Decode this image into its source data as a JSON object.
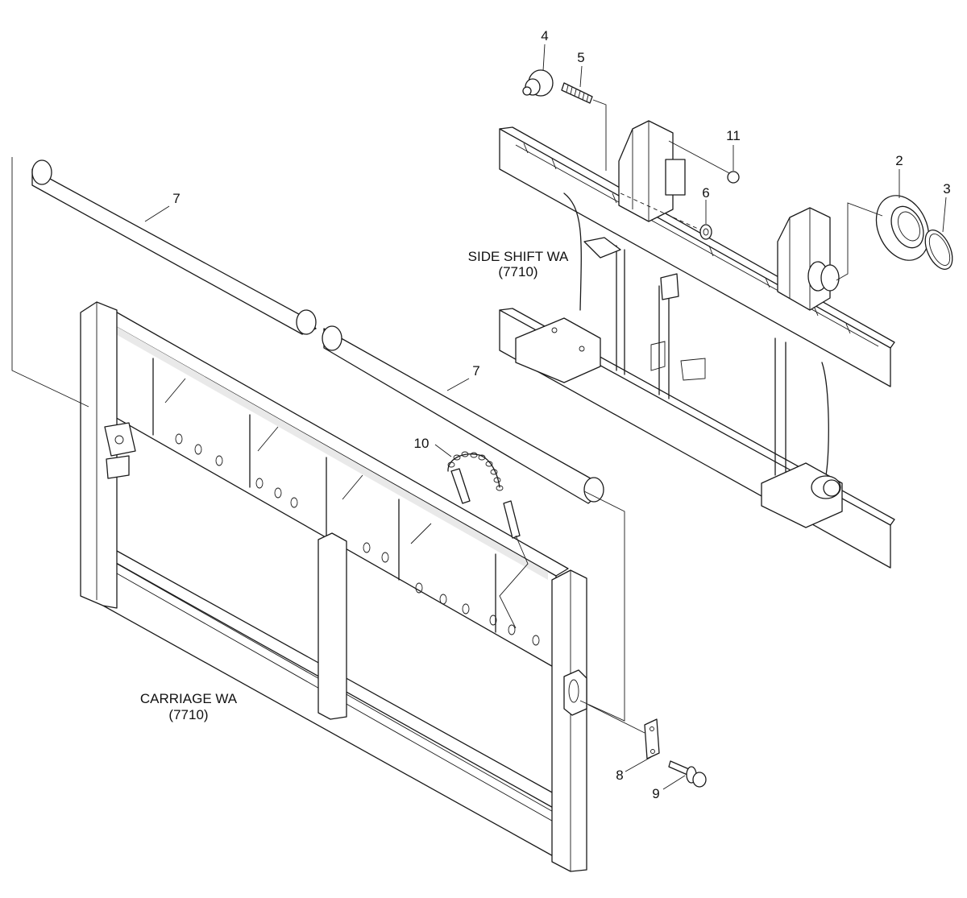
{
  "assemblies": {
    "side_shift": {
      "name": "SIDE SHIFT WA",
      "code": "(7710)"
    },
    "carriage": {
      "name": "CARRIAGE WA",
      "code": "(7710)"
    }
  },
  "callouts": {
    "c2": "2",
    "c3": "3",
    "c4": "4",
    "c5": "5",
    "c6": "6",
    "c7a": "7",
    "c7b": "7",
    "c8": "8",
    "c9": "9",
    "c10": "10",
    "c11": "11"
  }
}
